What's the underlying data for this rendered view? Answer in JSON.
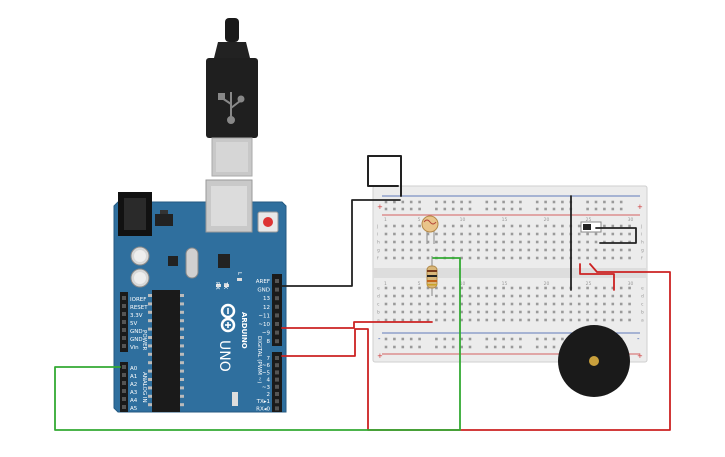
{
  "arduino": {
    "board_name": "UNO",
    "brand": "ARDUINO",
    "power_pins": [
      "IOREF",
      "RESET",
      "3.3V",
      "5V",
      "GND",
      "GND",
      "Vin"
    ],
    "power_label": "POWER",
    "analog_pins": [
      "A0",
      "A1",
      "A2",
      "A3",
      "A4",
      "A5"
    ],
    "analog_label": "ANALOG IN",
    "digital_top_pins": [
      "AREF",
      "GND",
      "13",
      "12",
      "~11",
      "~10",
      "~9",
      "8"
    ],
    "digital_bottom_pins": [
      "7",
      "~6",
      "~5",
      "4",
      "~3",
      "2",
      "TX▸1",
      "RX◂0"
    ],
    "digital_label": "DIGITAL (PWM ~)",
    "led_labels": [
      "RX",
      "TX",
      "L"
    ]
  },
  "breadboard": {
    "plus": "+",
    "minus": "-",
    "row_labels_top": [
      "j",
      "i",
      "h",
      "g",
      "f"
    ],
    "row_labels_bottom": [
      "e",
      "d",
      "c",
      "b",
      "a"
    ],
    "column_count": 30
  },
  "colors": {
    "board": "#2f6f9e",
    "header": "#1a1a1a",
    "wire_black": "#222222",
    "wire_red": "#cc2222",
    "wire_green": "#33aa33",
    "breadboard": "#ededed",
    "rail_red": "#cc3333",
    "rail_blue": "#3355aa"
  }
}
